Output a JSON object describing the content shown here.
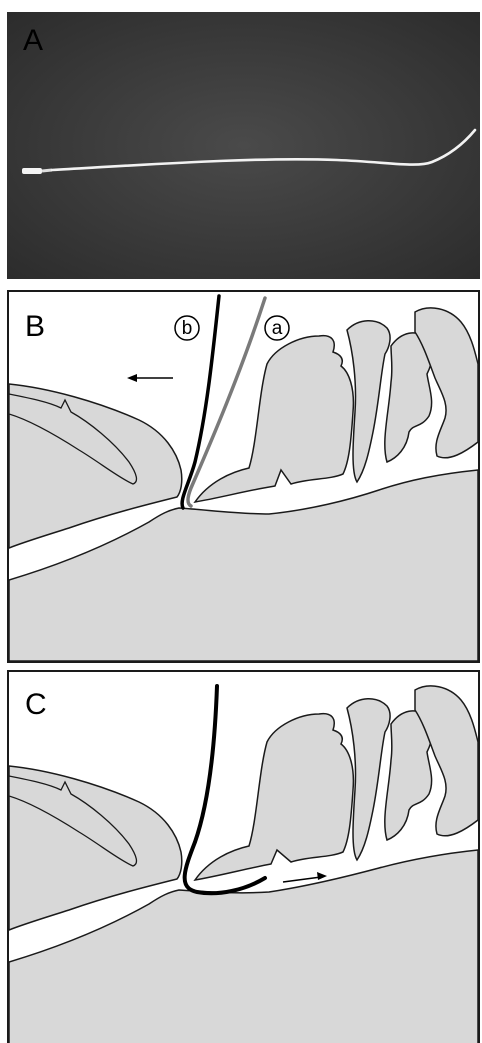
{
  "panels": [
    {
      "letter": "A"
    },
    {
      "letter": "B",
      "markers": [
        "b",
        "a"
      ]
    },
    {
      "letter": "C"
    }
  ],
  "colors": {
    "photo_background": "#3c3c3c",
    "catheter": "#f2f2f2",
    "tissue": "#d8d8d8",
    "outline": "#1a1a1a",
    "wire_b": "#000000",
    "wire_a": "#7a7a7a"
  }
}
